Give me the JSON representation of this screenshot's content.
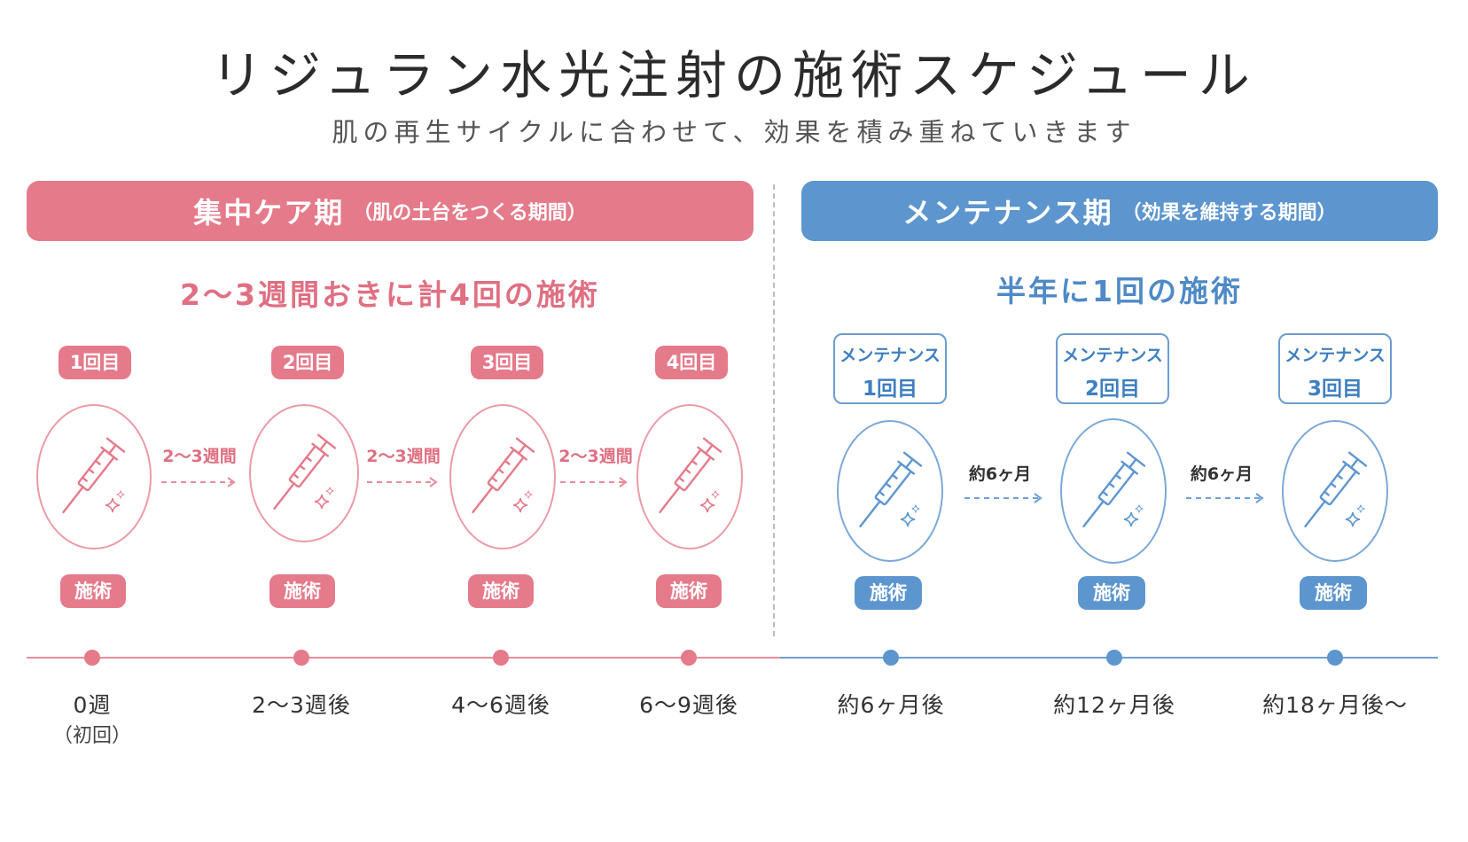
{
  "title": "リジュラン水光注射の施術スケジュール",
  "subtitle": "肌の再生サイクルに合わせて、効果を積み重ねていきます",
  "colors": {
    "pink": "#e57a8a",
    "blue": "#5d96cf"
  },
  "intensive": {
    "name": "集中ケア期",
    "desc": "（肌の土台をつくる期間）",
    "frequency": "2～3週間おきに計4回の施術",
    "badges": [
      "1回目",
      "2回目",
      "3回目",
      "4回目"
    ],
    "interval": "2～3週間",
    "action": "施術",
    "icon": "syringe-icon"
  },
  "maintenance": {
    "name": "メンテナンス期",
    "desc": "（効果を維持する期間）",
    "frequency": "半年に1回の施術",
    "badges": [
      {
        "line1": "メンテナンス",
        "line2": "1回目"
      },
      {
        "line1": "メンテナンス",
        "line2": "2回目"
      },
      {
        "line1": "メンテナンス",
        "line2": "3回目"
      }
    ],
    "interval": "約6ヶ月",
    "action": "施術",
    "icon": "syringe-icon"
  },
  "timeline": [
    {
      "label": "0週",
      "sub": "（初回）"
    },
    {
      "label": "2～3週後"
    },
    {
      "label": "4～6週後"
    },
    {
      "label": "6～9週後"
    },
    {
      "label": "約6ヶ月後"
    },
    {
      "label": "約12ヶ月後"
    },
    {
      "label": "約18ヶ月後～"
    }
  ]
}
